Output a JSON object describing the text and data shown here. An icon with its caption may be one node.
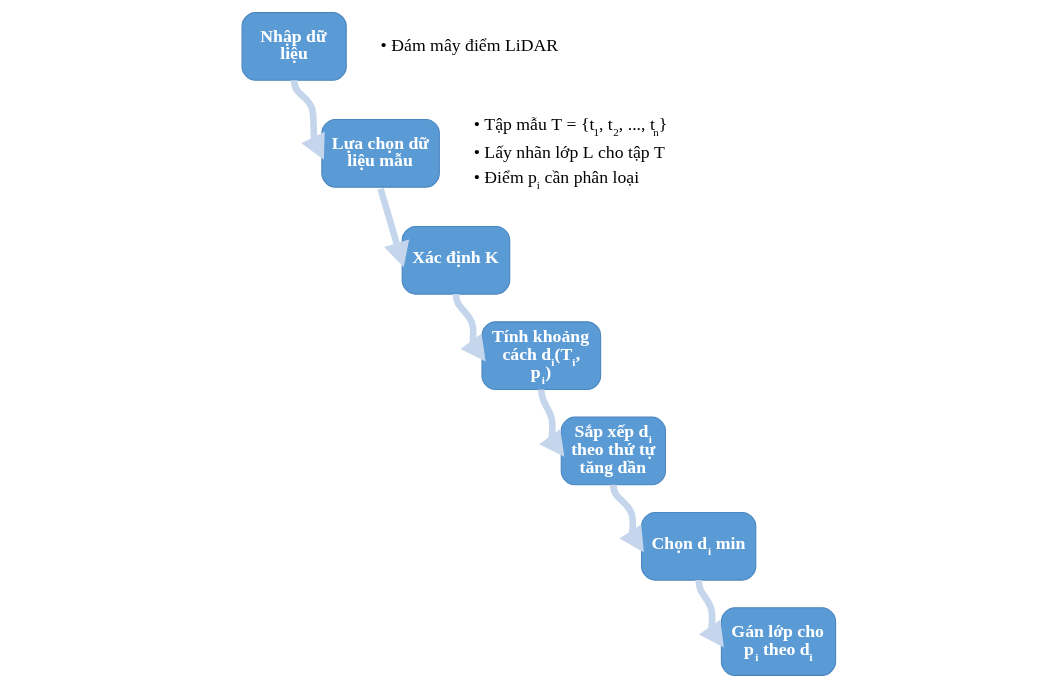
{
  "diagram": {
    "nodes": [
      {
        "text": [
          "Nhập dữ liệu"
        ],
        "beside": [
          "• Đám mây điểm LiDAR"
        ]
      },
      {
        "text": [
          "Lựa chọn dữ liệu mẫu"
        ],
        "beside": [
          "• Tập mẫu T = {t$_{1}$, t$_{2}$, ..., t$_{n}$}",
          "• Lấy nhãn lớp L cho tập T",
          "• Điểm p$_{i}$ cần phân loại"
        ]
      },
      {
        "text": [
          "Xác định K"
        ]
      },
      {
        "text": [
          "Tính khoảng cách d$_{i}$(T$_{i}$, p$_{i}$)"
        ]
      },
      {
        "text": [
          "Sắp xếp d$_{i}$ theo thứ tự tăng dần"
        ]
      },
      {
        "text": [
          "Chọn d$_{i}$ min"
        ]
      },
      {
        "text": [
          "Gán lớp cho p$_{i}$ theo d$_{i}$"
        ]
      }
    ],
    "edges": [
      {
        "from": 0,
        "to": 1,
        "arrow": "to"
      },
      {
        "from": 1,
        "to": 2,
        "arrow": "to"
      },
      {
        "from": 2,
        "to": 3,
        "arrow": "to"
      },
      {
        "from": 3,
        "to": 4,
        "arrow": "to"
      },
      {
        "from": 4,
        "to": 5,
        "arrow": "to"
      },
      {
        "from": 5,
        "to": 6,
        "arrow": "to"
      }
    ]
  }
}
